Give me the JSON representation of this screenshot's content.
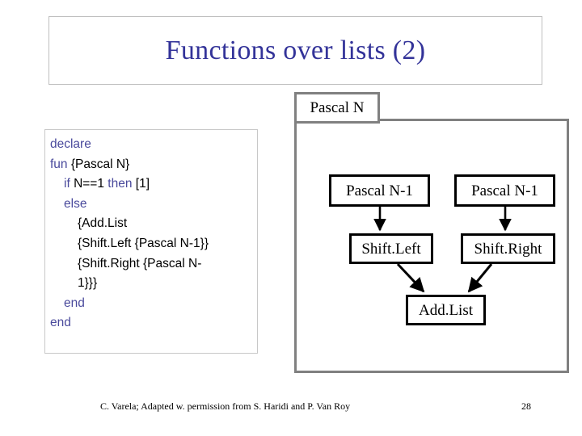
{
  "slide": {
    "title": "Functions over lists (2)"
  },
  "code_panel": {
    "lines": [
      {
        "indent": 0,
        "segments": [
          {
            "text": "declare",
            "kind": "keyword"
          }
        ]
      },
      {
        "indent": 0,
        "segments": [
          {
            "text": "fun ",
            "kind": "keyword"
          },
          {
            "text": "{Pascal N}",
            "kind": "plain"
          }
        ]
      },
      {
        "indent": 1,
        "segments": [
          {
            "text": "if ",
            "kind": "keyword"
          },
          {
            "text": "N==1 ",
            "kind": "plain"
          },
          {
            "text": "then ",
            "kind": "keyword"
          },
          {
            "text": "[1]",
            "kind": "plain"
          }
        ]
      },
      {
        "indent": 1,
        "segments": [
          {
            "text": "else",
            "kind": "keyword"
          }
        ]
      },
      {
        "indent": 2,
        "segments": [
          {
            "text": "{Add.List",
            "kind": "plain"
          }
        ]
      },
      {
        "indent": 2,
        "segments": [
          {
            "text": "{Shift.Left {Pascal N-1}}",
            "kind": "plain"
          }
        ]
      },
      {
        "indent": 2,
        "segments": [
          {
            "text": "{Shift.Right {Pascal N-",
            "kind": "plain"
          }
        ]
      },
      {
        "indent": 2,
        "segments": [
          {
            "text": "1}}}",
            "kind": "plain"
          }
        ]
      },
      {
        "indent": 1,
        "segments": [
          {
            "text": "end",
            "kind": "keyword"
          }
        ]
      },
      {
        "indent": 0,
        "segments": [
          {
            "text": "end",
            "kind": "keyword"
          }
        ]
      }
    ]
  },
  "diagram": {
    "container_label": "Pascal N",
    "nodes": {
      "pascal_left": "Pascal N-1",
      "pascal_right": "Pascal N-1",
      "shiftleft": "Shift.Left",
      "shiftright": "Shift.Right",
      "addlist": "Add.List"
    },
    "edges": [
      {
        "from": "pascal_left",
        "to": "shiftleft"
      },
      {
        "from": "pascal_right",
        "to": "shiftright"
      },
      {
        "from": "shiftleft",
        "to": "addlist"
      },
      {
        "from": "shiftright",
        "to": "addlist"
      }
    ]
  },
  "footer": {
    "credit": "C. Varela;  Adapted w. permission from S. Haridi and P. Van Roy",
    "page_number": "28"
  },
  "colors": {
    "title": "#333399",
    "keyword": "#4a4a9c",
    "container_border": "#808080",
    "node_border": "#000000",
    "panel_border": "#c8c8c8"
  }
}
